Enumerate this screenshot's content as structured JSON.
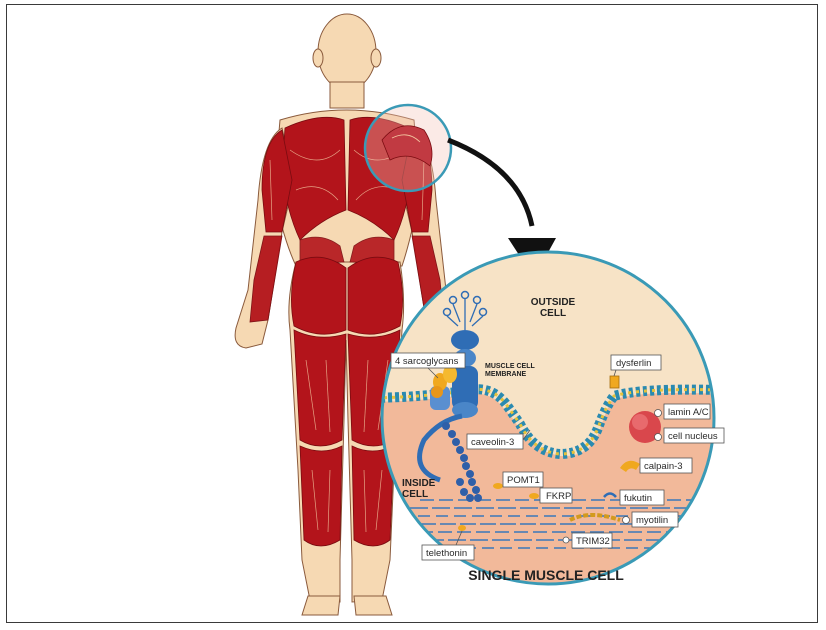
{
  "outside_cell": [
    "OUTSIDE",
    "CELL"
  ],
  "inside_cell": [
    "INSIDE",
    "CELL"
  ],
  "membrane": [
    "MUSCLE CELL",
    "MEMBRANE"
  ],
  "footer_title": "SINGLE MUSCLE CELL",
  "labels": {
    "sarcoglycans": "4 sarcoglycans",
    "dysferlin": "dysferlin",
    "lamin": "lamin A/C",
    "nucleus": "cell nucleus",
    "caveolin": "caveolin-3",
    "calpain": "calpain-3",
    "pomt1": "POMT1",
    "fkrp": "FKRP",
    "fukutin": "fukutin",
    "myotilin": "myotilin",
    "trim32": "TRIM32",
    "telethonin": "telethonin"
  },
  "colors": {
    "skin": "#f6d9b3",
    "muscle": "#b3141b",
    "cell_fluid": "#f7e3c6",
    "cytoplasm": "#f2b99a",
    "magnifier": "#3a9ab6",
    "protein_blue": "#2f6db5",
    "protein_gold": "#f0a81f",
    "arrow": "#111111"
  }
}
